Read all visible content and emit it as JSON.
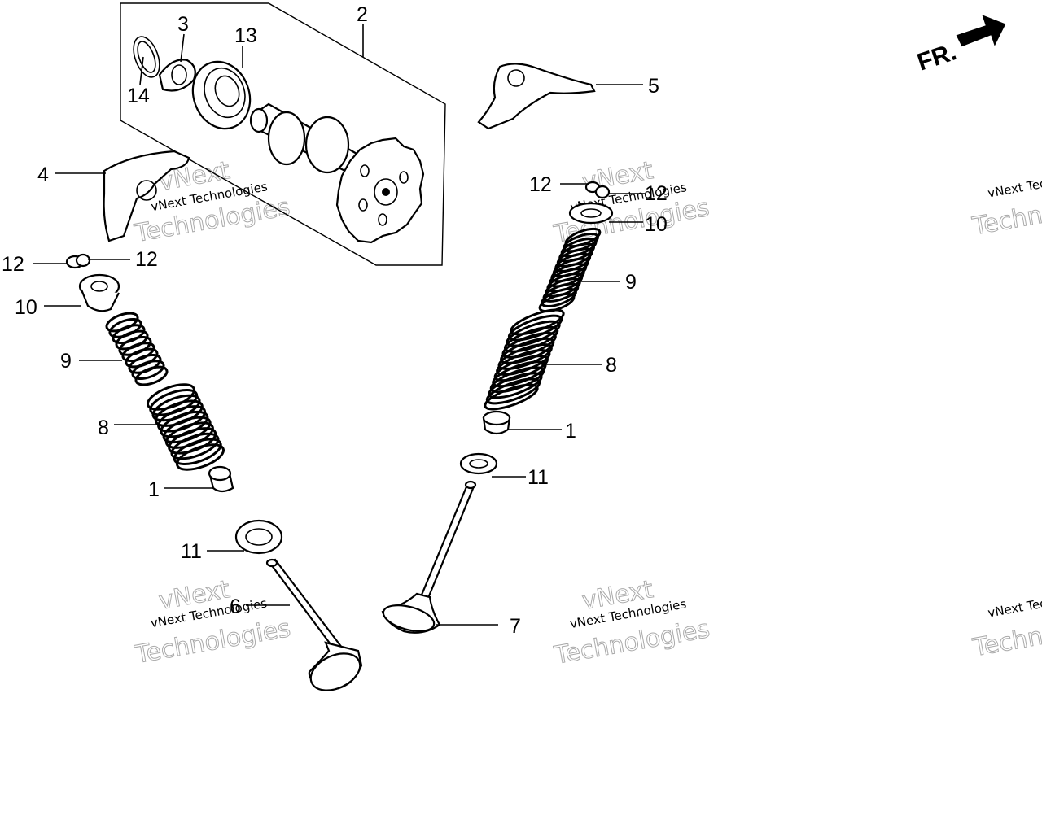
{
  "direction_label": "FR.",
  "callouts": {
    "c1_left": "1",
    "c1_right": "1",
    "c2": "2",
    "c3": "3",
    "c4": "4",
    "c5": "5",
    "c6": "6",
    "c7": "7",
    "c8_left": "8",
    "c8_right": "8",
    "c9_left": "9",
    "c9_right": "9",
    "c10_left": "10",
    "c10_right": "10",
    "c11_left": "11",
    "c11_right": "11",
    "c12_left_a": "12",
    "c12_left_b": "12",
    "c12_right_a": "12",
    "c12_right_b": "12",
    "c13": "13",
    "c14": "14"
  },
  "watermark": {
    "line1": "vNext",
    "line2": "vNext Technologies",
    "line3": "Technologies"
  }
}
